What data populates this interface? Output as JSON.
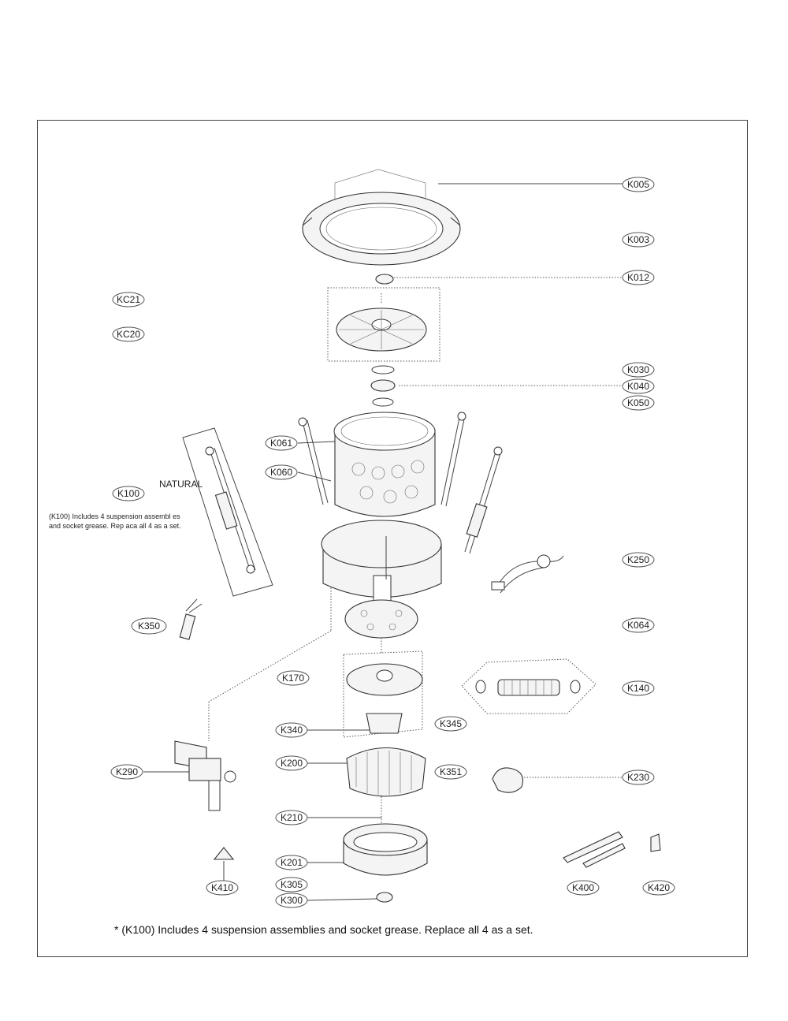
{
  "labels": {
    "k005": "K005",
    "k003": "K003",
    "k012": "K012",
    "kc21": "KC21",
    "kc20": "KC20",
    "k030": "K030",
    "k040": "K040",
    "k050": "K050",
    "k061": "K061",
    "k060": "K060",
    "k100": "K100",
    "natural": "NATURAL",
    "k250": "K250",
    "k350": "K350",
    "k064": "K064",
    "k170": "K170",
    "k140": "K140",
    "k340": "K340",
    "k345": "K345",
    "k290": "K290",
    "k200": "K200",
    "k351": "K351",
    "k230": "K230",
    "k210": "K210",
    "k201": "K201",
    "k410": "K410",
    "k305": "K305",
    "k300": "K300",
    "k400": "K400",
    "k420": "K420"
  },
  "note_line1": "(K100) Includes 4 suspension assembl es",
  "note_line2": "and socket grease. Rep aca all 4 as a set.",
  "footnote": "* (K100) Includes 4 suspension assemblies and socket grease. Replace all 4 as a set."
}
